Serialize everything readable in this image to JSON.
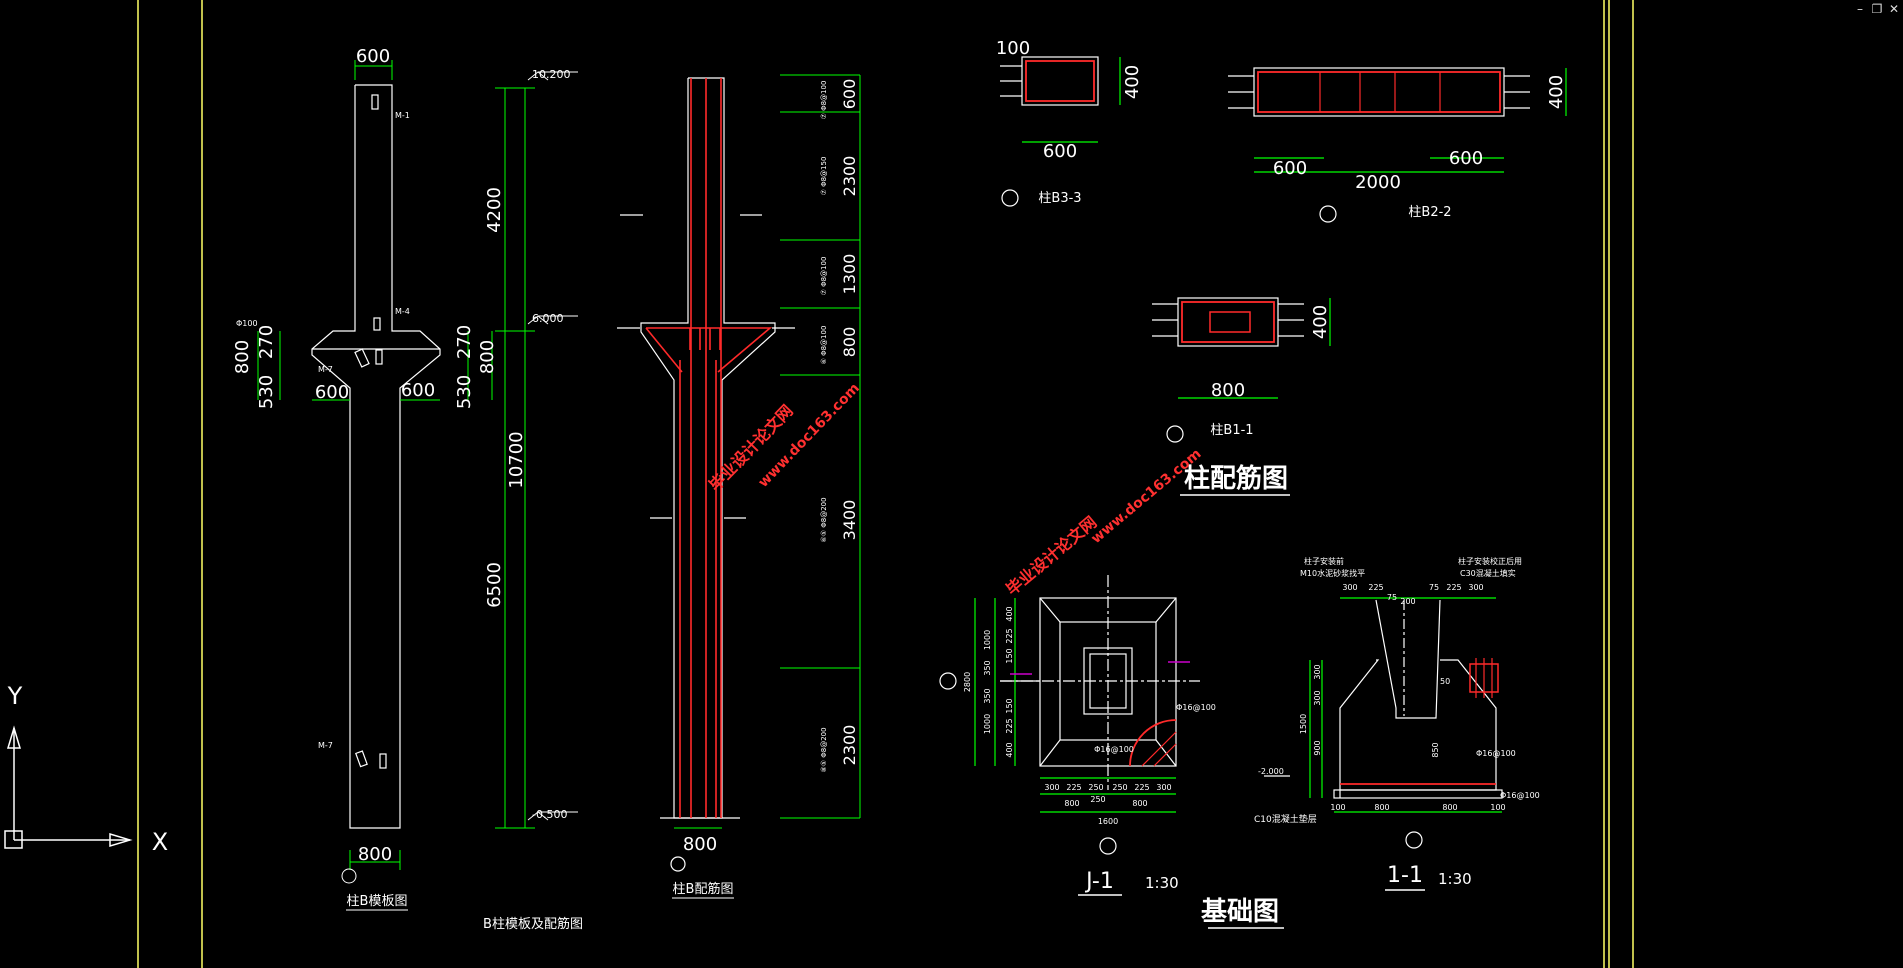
{
  "window_controls": {
    "minimize": "–",
    "restore": "❐",
    "close": "✕"
  },
  "ucs": {
    "x": "X",
    "y": "Y"
  },
  "colors": {
    "line": "#ffffff",
    "dim": "#00ff00",
    "rebar": "#ff2a2a",
    "frame": "#ffff66",
    "hatch": "#ff2a2a",
    "watermark": "#ff3030"
  },
  "watermark": {
    "line1": "毕业设计论文网",
    "line2": "www.doc163.com"
  },
  "formwork": {
    "top_width": "600",
    "height_total": "10700",
    "upper": "4200",
    "lower": "6500",
    "el_top": "10.200",
    "el_bracket": "6.000",
    "el_bottom": "-0.500",
    "b_left_800": "800",
    "b_left_270": "270",
    "b_left_530": "530",
    "b_right_270": "270",
    "b_right_800": "800",
    "b_right_530": "530",
    "b_left_600": "600",
    "b_right_600": "600",
    "bottom_width": "800",
    "m1": "M-1",
    "m4": "M-4",
    "m7a": "M-7",
    "m7b": "M-7",
    "p100": "Φ100",
    "title": "柱B模板图"
  },
  "reinforce": {
    "dims": [
      "600",
      "2300",
      "1300",
      "800",
      "3400",
      "2300"
    ],
    "bottom_width": "800",
    "title": "柱B配筋图",
    "notes": [
      "⑦ Φ8@100",
      "⑦ Φ8@150",
      "⑦ Φ8@100",
      "⑥ Φ8@100",
      "⑥⑤ Φ8@200",
      "⑧⑤ Φ8@200"
    ]
  },
  "combo_title": "B柱模板及配筋图",
  "sec33": {
    "d100": "100",
    "d400": "400",
    "d600": "600",
    "title": "柱B3-3"
  },
  "sec22": {
    "d400": "400",
    "d600a": "600",
    "d600b": "600",
    "d2000": "2000",
    "title": "柱B2-2"
  },
  "sec11": {
    "d400": "400",
    "d800": "800",
    "title": "柱B1-1"
  },
  "rebar_heading": "柱配筋图",
  "j1": {
    "title": "J-1",
    "scale": "1:30",
    "h_top": [
      "300",
      "225",
      "250",
      "250",
      "225",
      "300"
    ],
    "h_mid": [
      "800",
      "250",
      "800"
    ],
    "h_total": "1600",
    "v_left": [
      "1000",
      "350",
      "350",
      "1000"
    ],
    "v_inner": [
      "400",
      "225",
      "150",
      "150",
      "225",
      "400"
    ],
    "v_total": "2800",
    "rebar": [
      "Φ16@100",
      "Φ16@100"
    ]
  },
  "s11": {
    "title": "1-1",
    "scale": "1:30",
    "note_left1": "柱子安装前",
    "note_left2": "M10水泥砂浆找平",
    "note_right1": "柱子安装校正后用",
    "note_right2": "C30混凝土填实",
    "top_dims": [
      "300",
      "225",
      "75",
      "200",
      "75",
      "225",
      "300"
    ],
    "v_dims": [
      "300",
      "300",
      "900",
      "1500"
    ],
    "inner_dims": [
      "50",
      "850"
    ],
    "bottom_dims": [
      "100",
      "800",
      "800",
      "100"
    ],
    "el": "-2.000",
    "bedding": "C10混凝土垫层",
    "rebar": [
      "Φ16@100",
      "Φ16@100"
    ]
  },
  "foundation_heading": "基础图"
}
